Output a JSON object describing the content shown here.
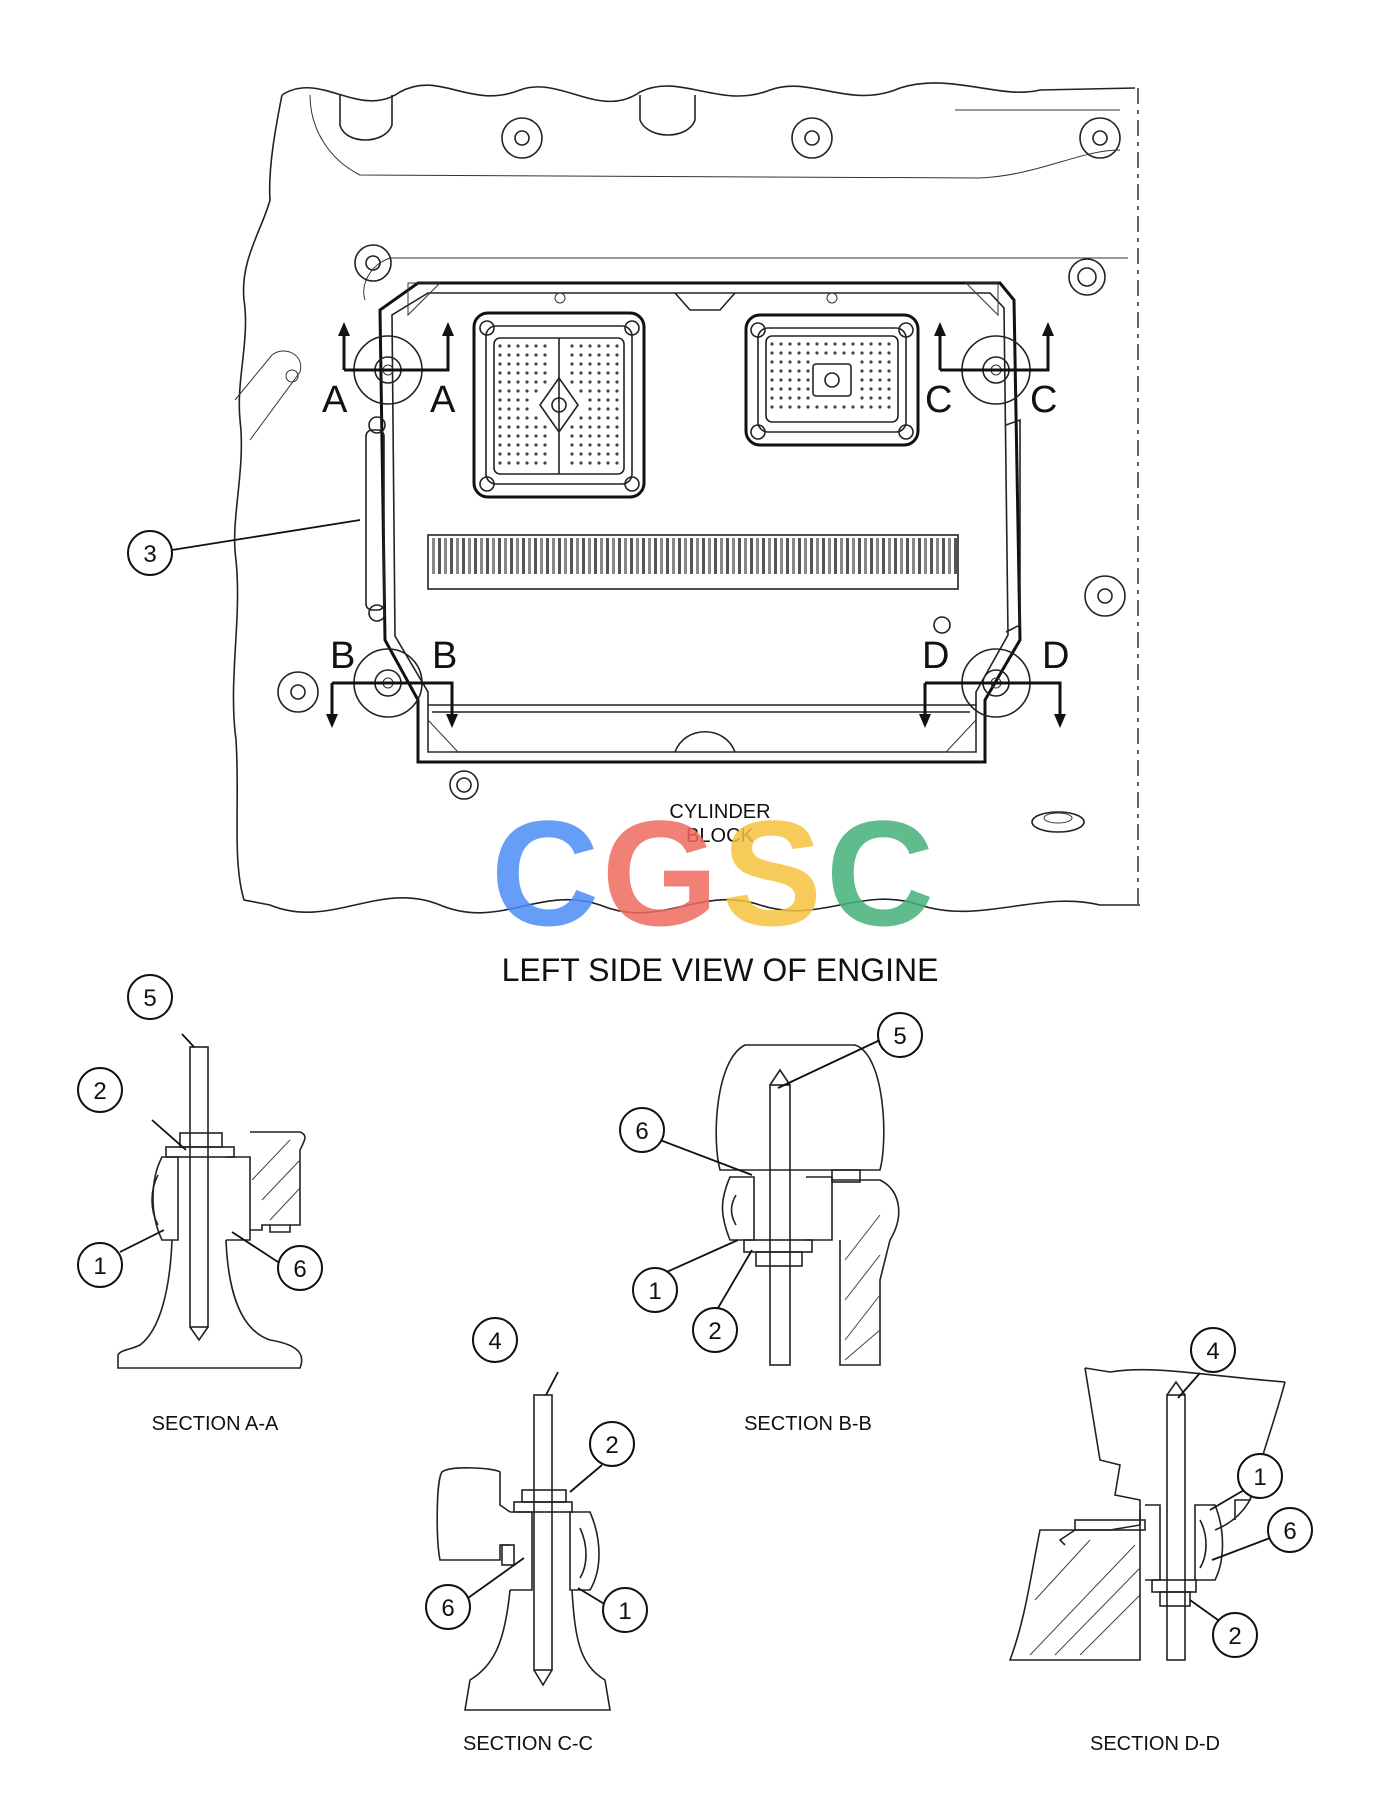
{
  "main_view": {
    "title": "LEFT SIDE VIEW OF ENGINE",
    "block_label_line1": "CYLINDER",
    "block_label_line2": "BLOCK",
    "section_markers": {
      "a": "A",
      "b": "B",
      "c": "C",
      "d": "D"
    }
  },
  "sections": {
    "aa": "SECTION A-A",
    "bb": "SECTION B-B",
    "cc": "SECTION C-C",
    "dd": "SECTION D-D"
  },
  "callouts": {
    "ecm": "3",
    "aa_top": "5",
    "aa_upper": "2",
    "aa_left": "1",
    "aa_right": "6",
    "bb_top": "5",
    "bb_upper": "6",
    "bb_left": "1",
    "bb_lower": "2",
    "cc_top": "4",
    "cc_upper": "2",
    "cc_left": "6",
    "cc_right": "1",
    "dd_top": "4",
    "dd_upper": "1",
    "dd_mid": "6",
    "dd_lower": "2"
  },
  "watermark": {
    "letters": [
      "C",
      "G",
      "S",
      "C"
    ],
    "colors": [
      "#4c8df6",
      "#ef6a5f",
      "#f6c23e",
      "#45b07a"
    ]
  }
}
